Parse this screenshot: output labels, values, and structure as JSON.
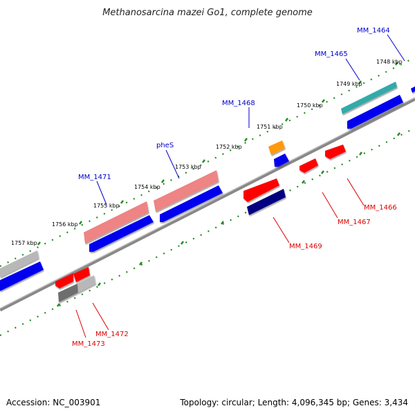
{
  "title": "Methanosarcina mazei Go1, complete genome",
  "footer": {
    "accession": "Accession: NC_003901",
    "summary": "Topology: circular; Length: 4,096,345 bp; Genes: 3,434"
  },
  "ticks": [
    "1748 kbp",
    "1749 kbp",
    "1750 kbp",
    "1751 kbp",
    "1752 kbp",
    "1753 kbp",
    "1754 kbp",
    "1755 kbp",
    "1756 kbp",
    "1757 kbp"
  ],
  "gene_labels": [
    "MM_1464",
    "MM_1465",
    "MM_1468",
    "pheS",
    "MM_1471",
    "MM_1466",
    "MM_1467",
    "MM_1469",
    "MM_1472",
    "MM_1473"
  ],
  "colors": {
    "forward_label": "#0000cc",
    "reverse_label": "#dd0000",
    "cds_blue": "#0000ee",
    "cds_red": "#ff0000",
    "cds_navy": "#000080",
    "gene_pink": "#ee8080",
    "gene_orange": "#ff9900",
    "gene_gray": "#b0b0b0",
    "gene_dark_gray": "#707070",
    "gene_teal": "#33aaaa",
    "tick_green": "#228b22",
    "backbone": "#888888"
  }
}
